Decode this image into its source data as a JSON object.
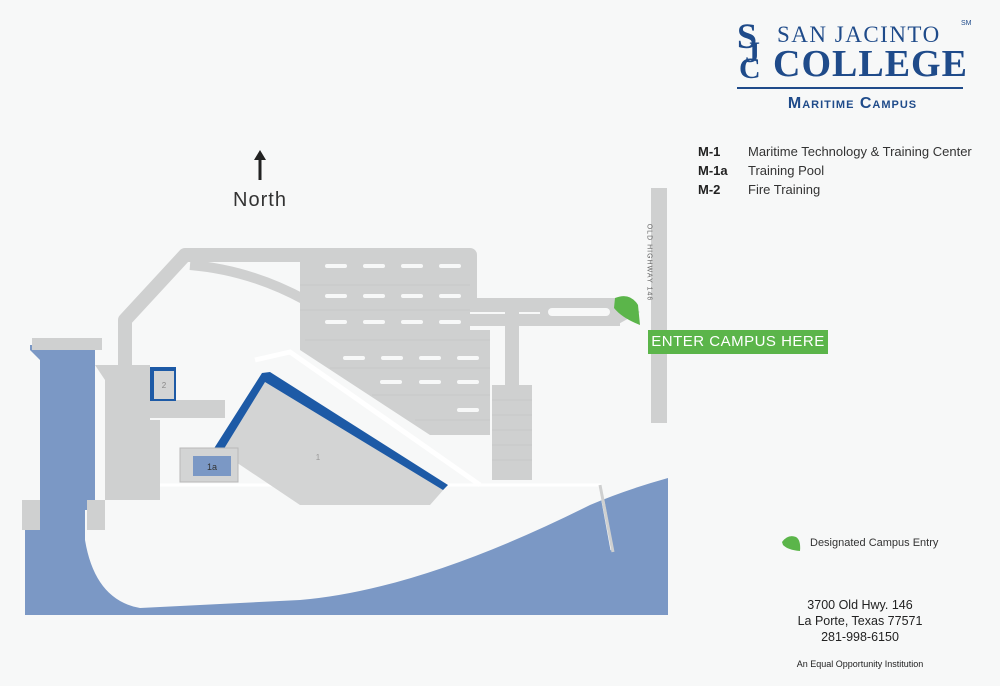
{
  "logo": {
    "top_line": "SAN JACINTO",
    "trademark": "SM",
    "bottom_line": "COLLEGE",
    "campus": "Maritime Campus",
    "color": "#1f4b8a"
  },
  "legend": [
    {
      "code": "M-1",
      "name": "Maritime Technology & Training Center"
    },
    {
      "code": "M-1a",
      "name": "Training Pool"
    },
    {
      "code": "M-2",
      "name": "Fire Training"
    }
  ],
  "north": {
    "label": "North",
    "icon": "north-arrow-icon"
  },
  "entry": {
    "sign": "ENTER CAMPUS HERE",
    "key_label": "Designated Campus Entry",
    "icon": "entry-marker-icon",
    "color": "#5bb54a"
  },
  "road": {
    "label": "OLD HIGHWAY 146"
  },
  "buildings": {
    "m1": "1",
    "m1a": "1a",
    "m2": "2"
  },
  "address": {
    "line1": "3700 Old Hwy. 146",
    "line2": "La Porte, Texas 77571",
    "phone": "281-998-6150"
  },
  "footer": "An Equal Opportunity Institution",
  "colors": {
    "water": "#7b98c5",
    "road": "#cfd0d0",
    "building": "#d3d4d4",
    "building_accent": "#1d5aa6",
    "background": "#f7f8f8"
  }
}
